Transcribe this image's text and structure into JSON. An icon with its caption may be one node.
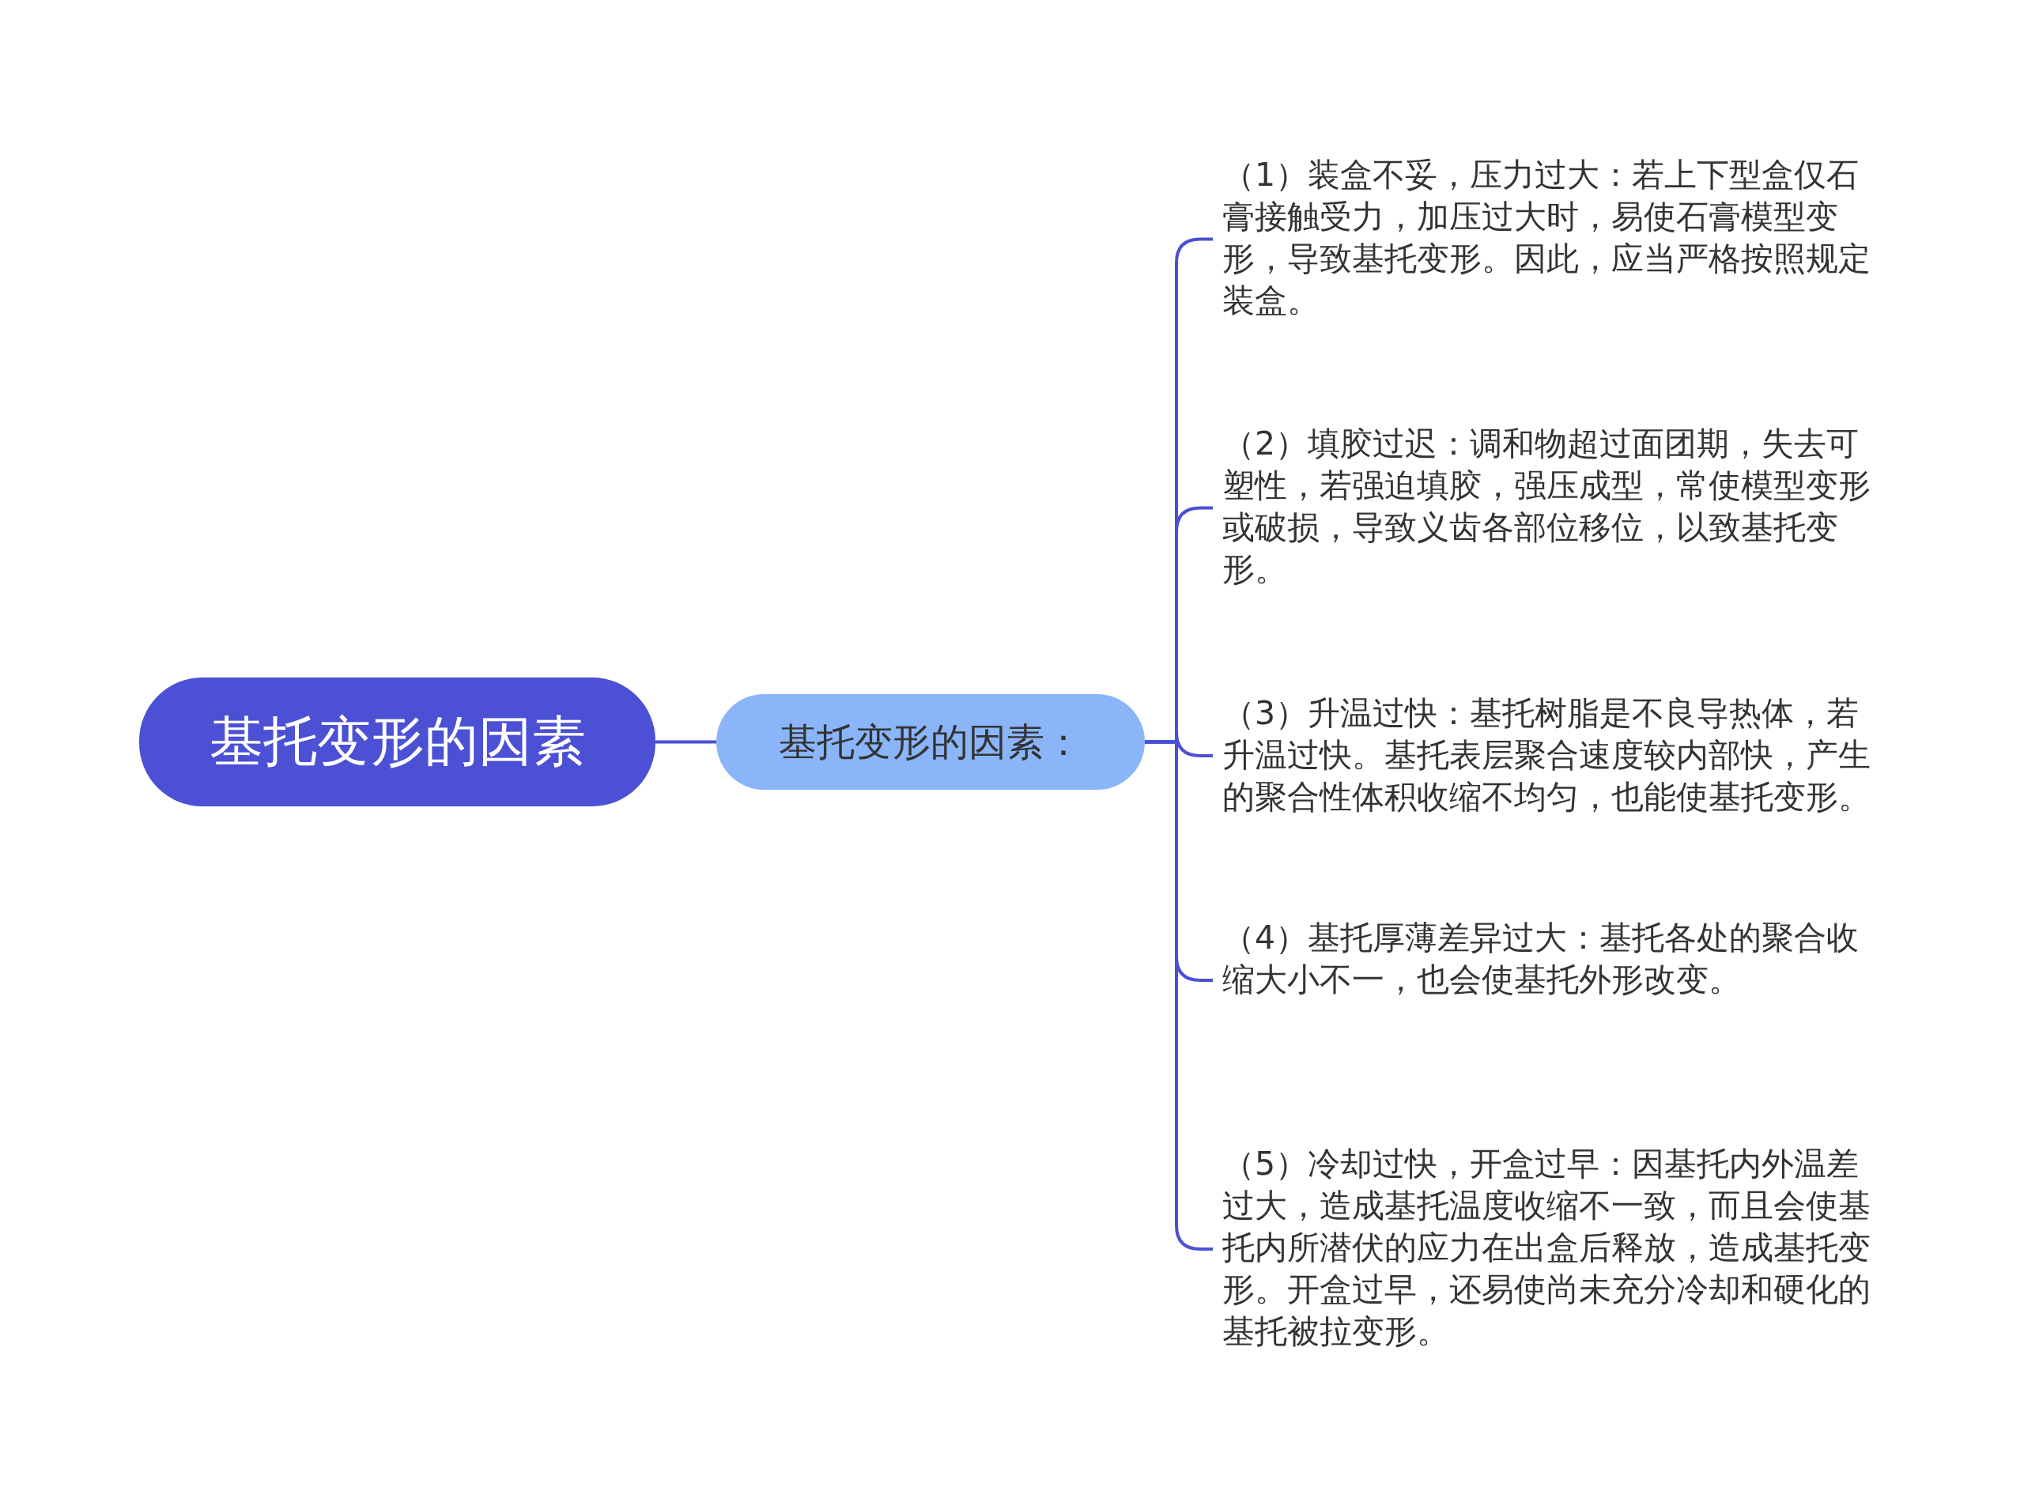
{
  "diagram": {
    "nodes": [
      {
        "text": [
          "基托变形的因素"
        ]
      },
      {
        "text": [
          "基托变形的因素："
        ]
      },
      {
        "text": [
          "（1）装盒不妥，压力过大：若上下型盒仅石膏接触受力，加压过大时，易使石膏模型变形，导致基托变形。因此，应当严格按照规定装盒。"
        ]
      },
      {
        "text": [
          "（2）填胶过迟：调和物超过面团期，失去可塑性，若强迫填胶，强压成型，常使模型变形或破损，导致义齿各部位移位，以致基托变形。"
        ]
      },
      {
        "text": [
          "（3）升温过快：基托树脂是不良导热体，若升温过快。基托表层聚合速度较内部快，产生的聚合性体积收缩不均匀，也能使基托变形。"
        ]
      },
      {
        "text": [
          "（4）基托厚薄差异过大：基托各处的聚合收缩大小不一，也会使基托外形改变。"
        ]
      },
      {
        "text": [
          "（5）冷却过快，开盒过早：因基托内外温差过大，造成基托温度收缩不一致，而且会使基托内所潜伏的应力在出盒后释放，造成基托变形。开盒过早，还易使尚未充分冷却和硬化的基托被拉变形。"
        ]
      }
    ],
    "edges": [
      {
        "from": 0,
        "to": 1,
        "arrow": "none"
      },
      {
        "from": 1,
        "to": 2,
        "arrow": "none"
      },
      {
        "from": 1,
        "to": 3,
        "arrow": "none"
      },
      {
        "from": 1,
        "to": 4,
        "arrow": "none"
      },
      {
        "from": 1,
        "to": 5,
        "arrow": "none"
      },
      {
        "from": 1,
        "to": 6,
        "arrow": "none"
      }
    ]
  }
}
